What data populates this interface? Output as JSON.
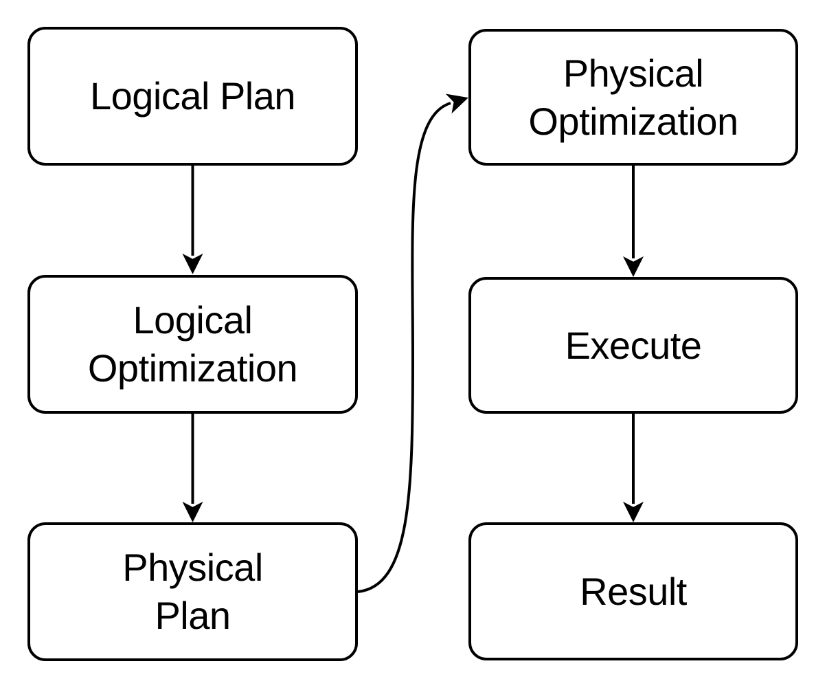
{
  "diagram": {
    "type": "flowchart",
    "background_color": "#ffffff",
    "stroke_color": "#000000",
    "nodes": [
      {
        "id": "logical-plan",
        "label": "Logical Plan"
      },
      {
        "id": "logical-optimization",
        "label": "Logical\nOptimization"
      },
      {
        "id": "physical-plan",
        "label": "Physical\nPlan"
      },
      {
        "id": "physical-optimization",
        "label": "Physical\nOptimization"
      },
      {
        "id": "execute",
        "label": "Execute"
      },
      {
        "id": "result",
        "label": "Result"
      }
    ],
    "edges": [
      {
        "from": "logical-plan",
        "to": "logical-optimization",
        "style": "straight-down",
        "arrowhead": "classic"
      },
      {
        "from": "logical-optimization",
        "to": "physical-plan",
        "style": "straight-down",
        "arrowhead": "classic"
      },
      {
        "from": "physical-plan",
        "to": "physical-optimization",
        "style": "curved-up-right",
        "arrowhead": "classic"
      },
      {
        "from": "physical-optimization",
        "to": "execute",
        "style": "straight-down",
        "arrowhead": "classic"
      },
      {
        "from": "execute",
        "to": "result",
        "style": "straight-down",
        "arrowhead": "classic"
      }
    ]
  }
}
